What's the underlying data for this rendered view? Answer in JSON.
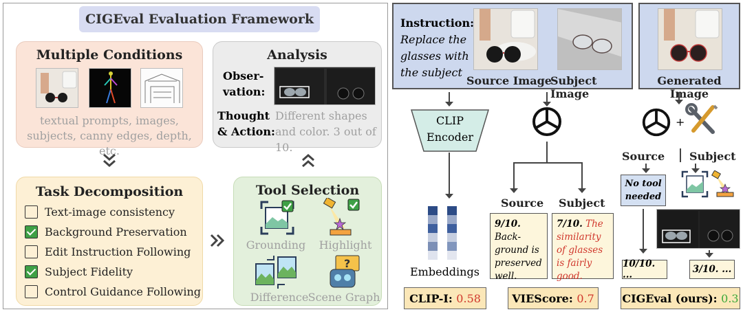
{
  "framework": {
    "title": "CIGEval Evaluation Framework",
    "multiple_conditions": {
      "title": "Multiple Conditions",
      "caption": "textual prompts, images, subjects, canny edges, depth, etc."
    },
    "analysis": {
      "title": "Analysis",
      "observation_label": "Observation:",
      "observation_label_l1": "Obser-",
      "observation_label_l2": "vation:",
      "thought_label_l1": "Thought",
      "thought_label_l2": "& Action:",
      "thought_text": "Different shapes and color. 3 out of 10."
    },
    "task_decomposition": {
      "title": "Task Decomposition",
      "items": [
        {
          "label": "Text-image consistency",
          "checked": false
        },
        {
          "label": "Background Preservation",
          "checked": true
        },
        {
          "label": "Edit Instruction Following",
          "checked": false
        },
        {
          "label": "Subject Fidelity",
          "checked": true
        },
        {
          "label": "Control Guidance Following",
          "checked": false
        }
      ]
    },
    "tool_selection": {
      "title": "Tool Selection",
      "tools": [
        "Grounding",
        "Highlight",
        "Difference",
        "Scene Graph"
      ]
    }
  },
  "right": {
    "instruction_label": "Instruction:",
    "instruction_text_l1": "Replace the",
    "instruction_text_l2": "glasses with",
    "instruction_text_l3": "the subject",
    "source_image_label": "Source Image",
    "subject_image_label": "Subject Image",
    "generated_image_label": "Generated Image",
    "clip": {
      "encoder_l1": "CLIP",
      "encoder_l2": "Encoder",
      "embeddings_label": "Embeddings",
      "score_label": "CLIP-I",
      "score_value": "0.58"
    },
    "viescore": {
      "source_label": "Source",
      "subject_label": "Subject",
      "source_note_score": "9/10.",
      "source_note_text": "Back-ground is preserved well.",
      "subject_note_score": "7/10.",
      "subject_note_text": "The similarity of glasses is fairly good.",
      "score_label": "VIEScore",
      "score_value": "0.7"
    },
    "cigeval": {
      "plus": "+",
      "source_label": "Source",
      "subject_label": "Subject",
      "no_tool_l1": "No tool",
      "no_tool_l2": "needed",
      "source_result": "10/10. ...",
      "subject_result": "3/10. ...",
      "score_label": "CIGEval (ours)",
      "score_value": "0.3"
    }
  },
  "colors": {
    "red_score": "#d0372c",
    "green_score": "#3aa83a",
    "title_bg": "#d8dcf2"
  }
}
